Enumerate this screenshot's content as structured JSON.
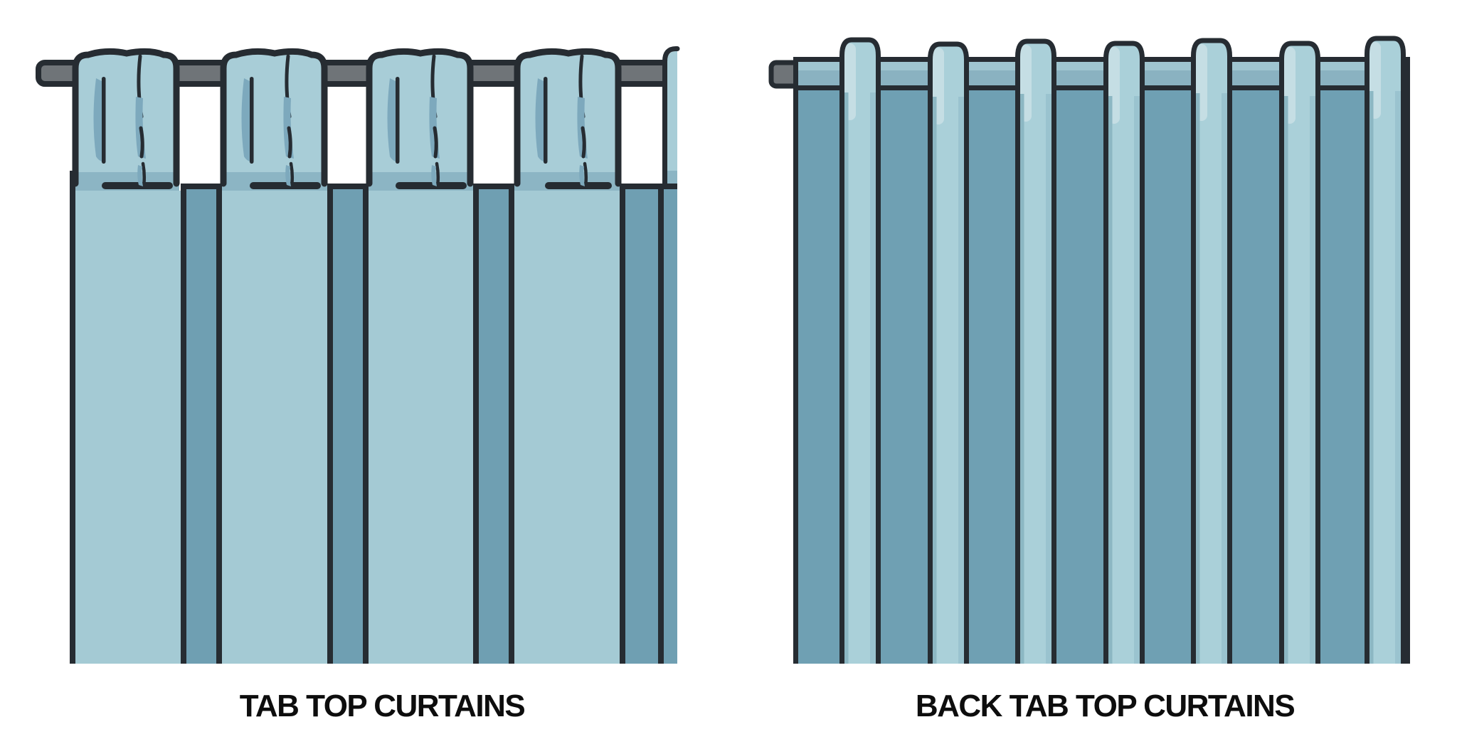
{
  "illustration": {
    "subject": "curtain-heading-styles-comparison",
    "background": "#ffffff"
  },
  "left_figure": {
    "label": "TAB TOP CURTAINS",
    "tab_count": 4
  },
  "right_figure": {
    "label": "BACK TAB TOP CURTAINS",
    "fold_count": 7
  },
  "colors": {
    "outline": "#262c32",
    "rod": "#6f7478",
    "tab_fabric": "#a8cdd7",
    "tab_shadow": "#7da9bd",
    "seam_band": "#8cb5c4",
    "body_fabric": "#a4cad4",
    "pleat_stripe": "#6f9fb2",
    "panel_dark": "#6fa0b3",
    "fold_light": "#aad0d9",
    "fold_highlight": "#c5dee4",
    "fold_edge_left": "#8cb7c3",
    "fold_edge_right": "#9ac3cf",
    "band_upper": "#9fc5d0",
    "band_lower": "#8ab2c1",
    "label_text": "#0d0d0d"
  }
}
